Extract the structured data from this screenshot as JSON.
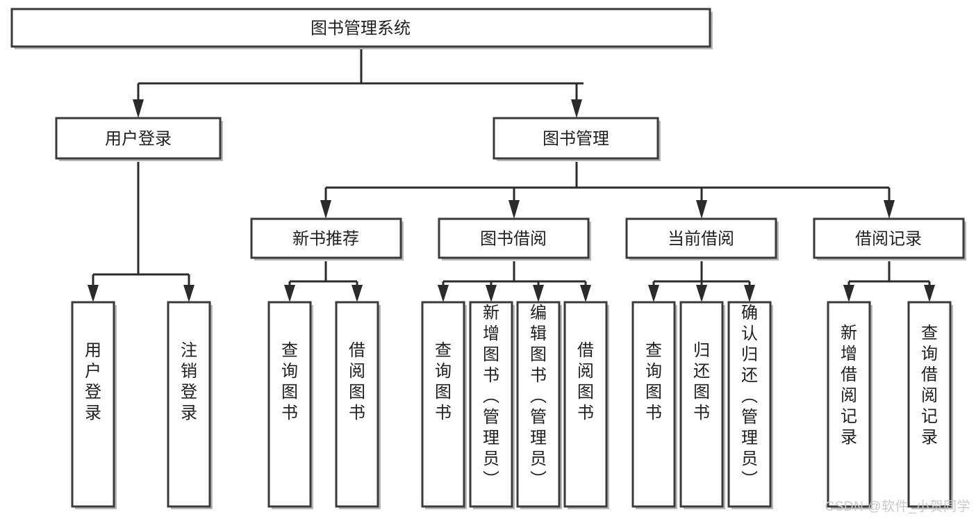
{
  "diagram": {
    "type": "tree-hierarchy",
    "title": "图书管理系统",
    "root": {
      "id": "root",
      "label": "图书管理系统"
    },
    "level2": [
      {
        "id": "user-login",
        "label": "用户登录"
      },
      {
        "id": "book-manage",
        "label": "图书管理"
      }
    ],
    "level3": [
      {
        "id": "new-book-rec",
        "label": "新书推荐",
        "parent": "book-manage"
      },
      {
        "id": "book-borrow",
        "label": "图书借阅",
        "parent": "book-manage"
      },
      {
        "id": "current-borrow",
        "label": "当前借阅",
        "parent": "book-manage"
      },
      {
        "id": "borrow-record",
        "label": "借阅记录",
        "parent": "book-manage"
      }
    ],
    "leaves": [
      {
        "id": "leaf-user-login",
        "label": "用户登录",
        "parent": "user-login"
      },
      {
        "id": "leaf-logout-login",
        "label": "注销登录",
        "parent": "user-login"
      },
      {
        "id": "leaf-query-book-1",
        "label": "查询图书",
        "parent": "new-book-rec"
      },
      {
        "id": "leaf-borrow-book-1",
        "label": "借阅图书",
        "parent": "new-book-rec"
      },
      {
        "id": "leaf-query-book-2",
        "label": "查询图书",
        "parent": "book-borrow"
      },
      {
        "id": "leaf-add-book",
        "label": "新增图书（管理员）",
        "parent": "book-borrow"
      },
      {
        "id": "leaf-edit-book",
        "label": "编辑图书（管理员）",
        "parent": "book-borrow"
      },
      {
        "id": "leaf-borrow-book-2",
        "label": "借阅图书",
        "parent": "book-borrow"
      },
      {
        "id": "leaf-query-book-3",
        "label": "查询图书",
        "parent": "current-borrow"
      },
      {
        "id": "leaf-return-book",
        "label": "归还图书",
        "parent": "current-borrow"
      },
      {
        "id": "leaf-confirm-return",
        "label": "确认归还（管理员）",
        "parent": "current-borrow"
      },
      {
        "id": "leaf-add-record",
        "label": "新增借阅记录",
        "parent": "borrow-record"
      },
      {
        "id": "leaf-query-record",
        "label": "查询借阅记录",
        "parent": "borrow-record"
      }
    ],
    "colors": {
      "box_stroke": "#3a3a3a",
      "box_fill": "#ffffff",
      "connector": "#2b2b2b",
      "text": "#20201f",
      "watermark": "#c9c9c9",
      "background": "#ffffff"
    }
  },
  "watermark": {
    "text": "CSDN @软件_小贺同学"
  }
}
